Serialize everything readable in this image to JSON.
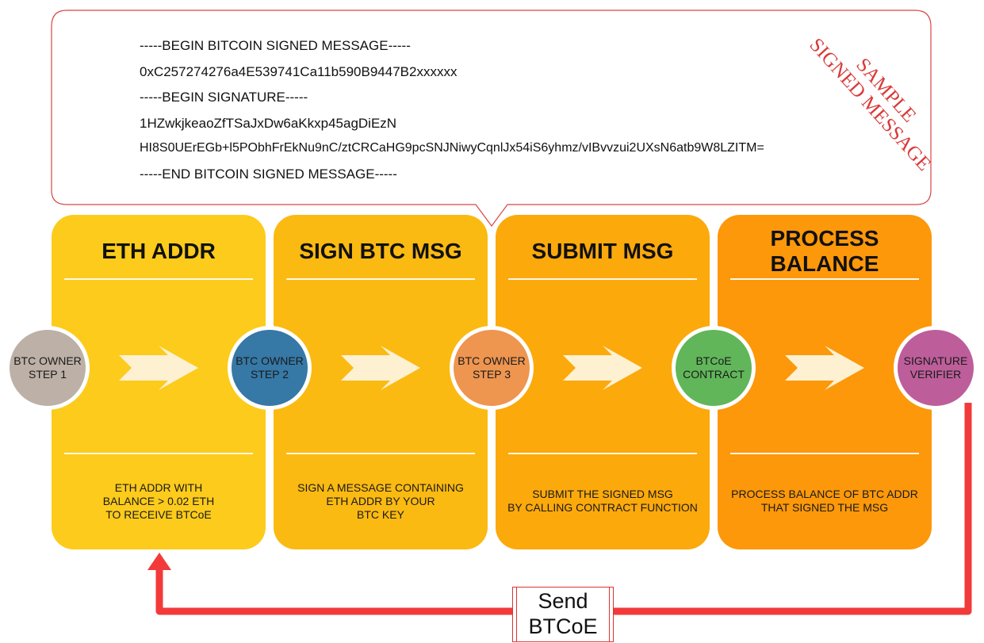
{
  "signed_message": {
    "lines": [
      "-----BEGIN BITCOIN SIGNED MESSAGE-----",
      "0xC257274276a4E539741Ca11b590B9447B2xxxxxx",
      "-----BEGIN SIGNATURE-----",
      "1HZwkjkeaoZfTSaJxDw6aKkxp45agDiEzN",
      "HI8S0UErEGb+l5PObhFrEkNu9nC/ztCRCaHG9pcSNJNiwyCqnlJx54iS6yhmz/vIBvvzui2UXsN6atb9W8LZITM=",
      "-----END BITCOIN SIGNED MESSAGE-----"
    ],
    "stamp_line1": "SAMPLE",
    "stamp_line2": "SIGNED MESSAGE"
  },
  "panels": [
    {
      "title_line1": "ETH ADDR",
      "title_line2": "",
      "desc_line1": "ETH ADDR WITH",
      "desc_line2": "BALANCE > 0.02 ETH",
      "desc_line3": "TO RECEIVE BTCoE",
      "color": "#FCCB1C"
    },
    {
      "title_line1": "SIGN BTC MSG",
      "title_line2": "",
      "desc_line1": "SIGN A MESSAGE CONTAINING",
      "desc_line2": "ETH ADDR BY YOUR",
      "desc_line3": "BTC KEY",
      "color": "#FBBA12"
    },
    {
      "title_line1": "SUBMIT MSG",
      "title_line2": "",
      "desc_line1": "SUBMIT THE SIGNED MSG",
      "desc_line2": "BY CALLING CONTRACT FUNCTION",
      "desc_line3": "",
      "color": "#FCA90C"
    },
    {
      "title_line1": "PROCESS",
      "title_line2": "BALANCE",
      "desc_line1": "PROCESS BALANCE OF BTC ADDR",
      "desc_line2": "THAT SIGNED THE MSG",
      "desc_line3": "",
      "color": "#FC980A"
    }
  ],
  "actors": [
    {
      "line1": "BTC OWNER",
      "line2": "STEP 1",
      "color": "#BDB0A6"
    },
    {
      "line1": "BTC OWNER",
      "line2": "STEP 2",
      "color": "#3678A6"
    },
    {
      "line1": "BTC OWNER",
      "line2": "STEP 3",
      "color": "#EE9550"
    },
    {
      "line1": "BTCoE",
      "line2": "CONTRACT",
      "color": "#61B65A"
    },
    {
      "line1": "SIGNATURE",
      "line2": "VERIFIER",
      "color": "#BD5E9B"
    }
  ],
  "send": {
    "line1": "Send",
    "line2": "BTCoE"
  },
  "colors": {
    "arrow": "#FDF1D2",
    "feedback_arrow": "#F23A3A",
    "callout_border": "#D94545"
  }
}
